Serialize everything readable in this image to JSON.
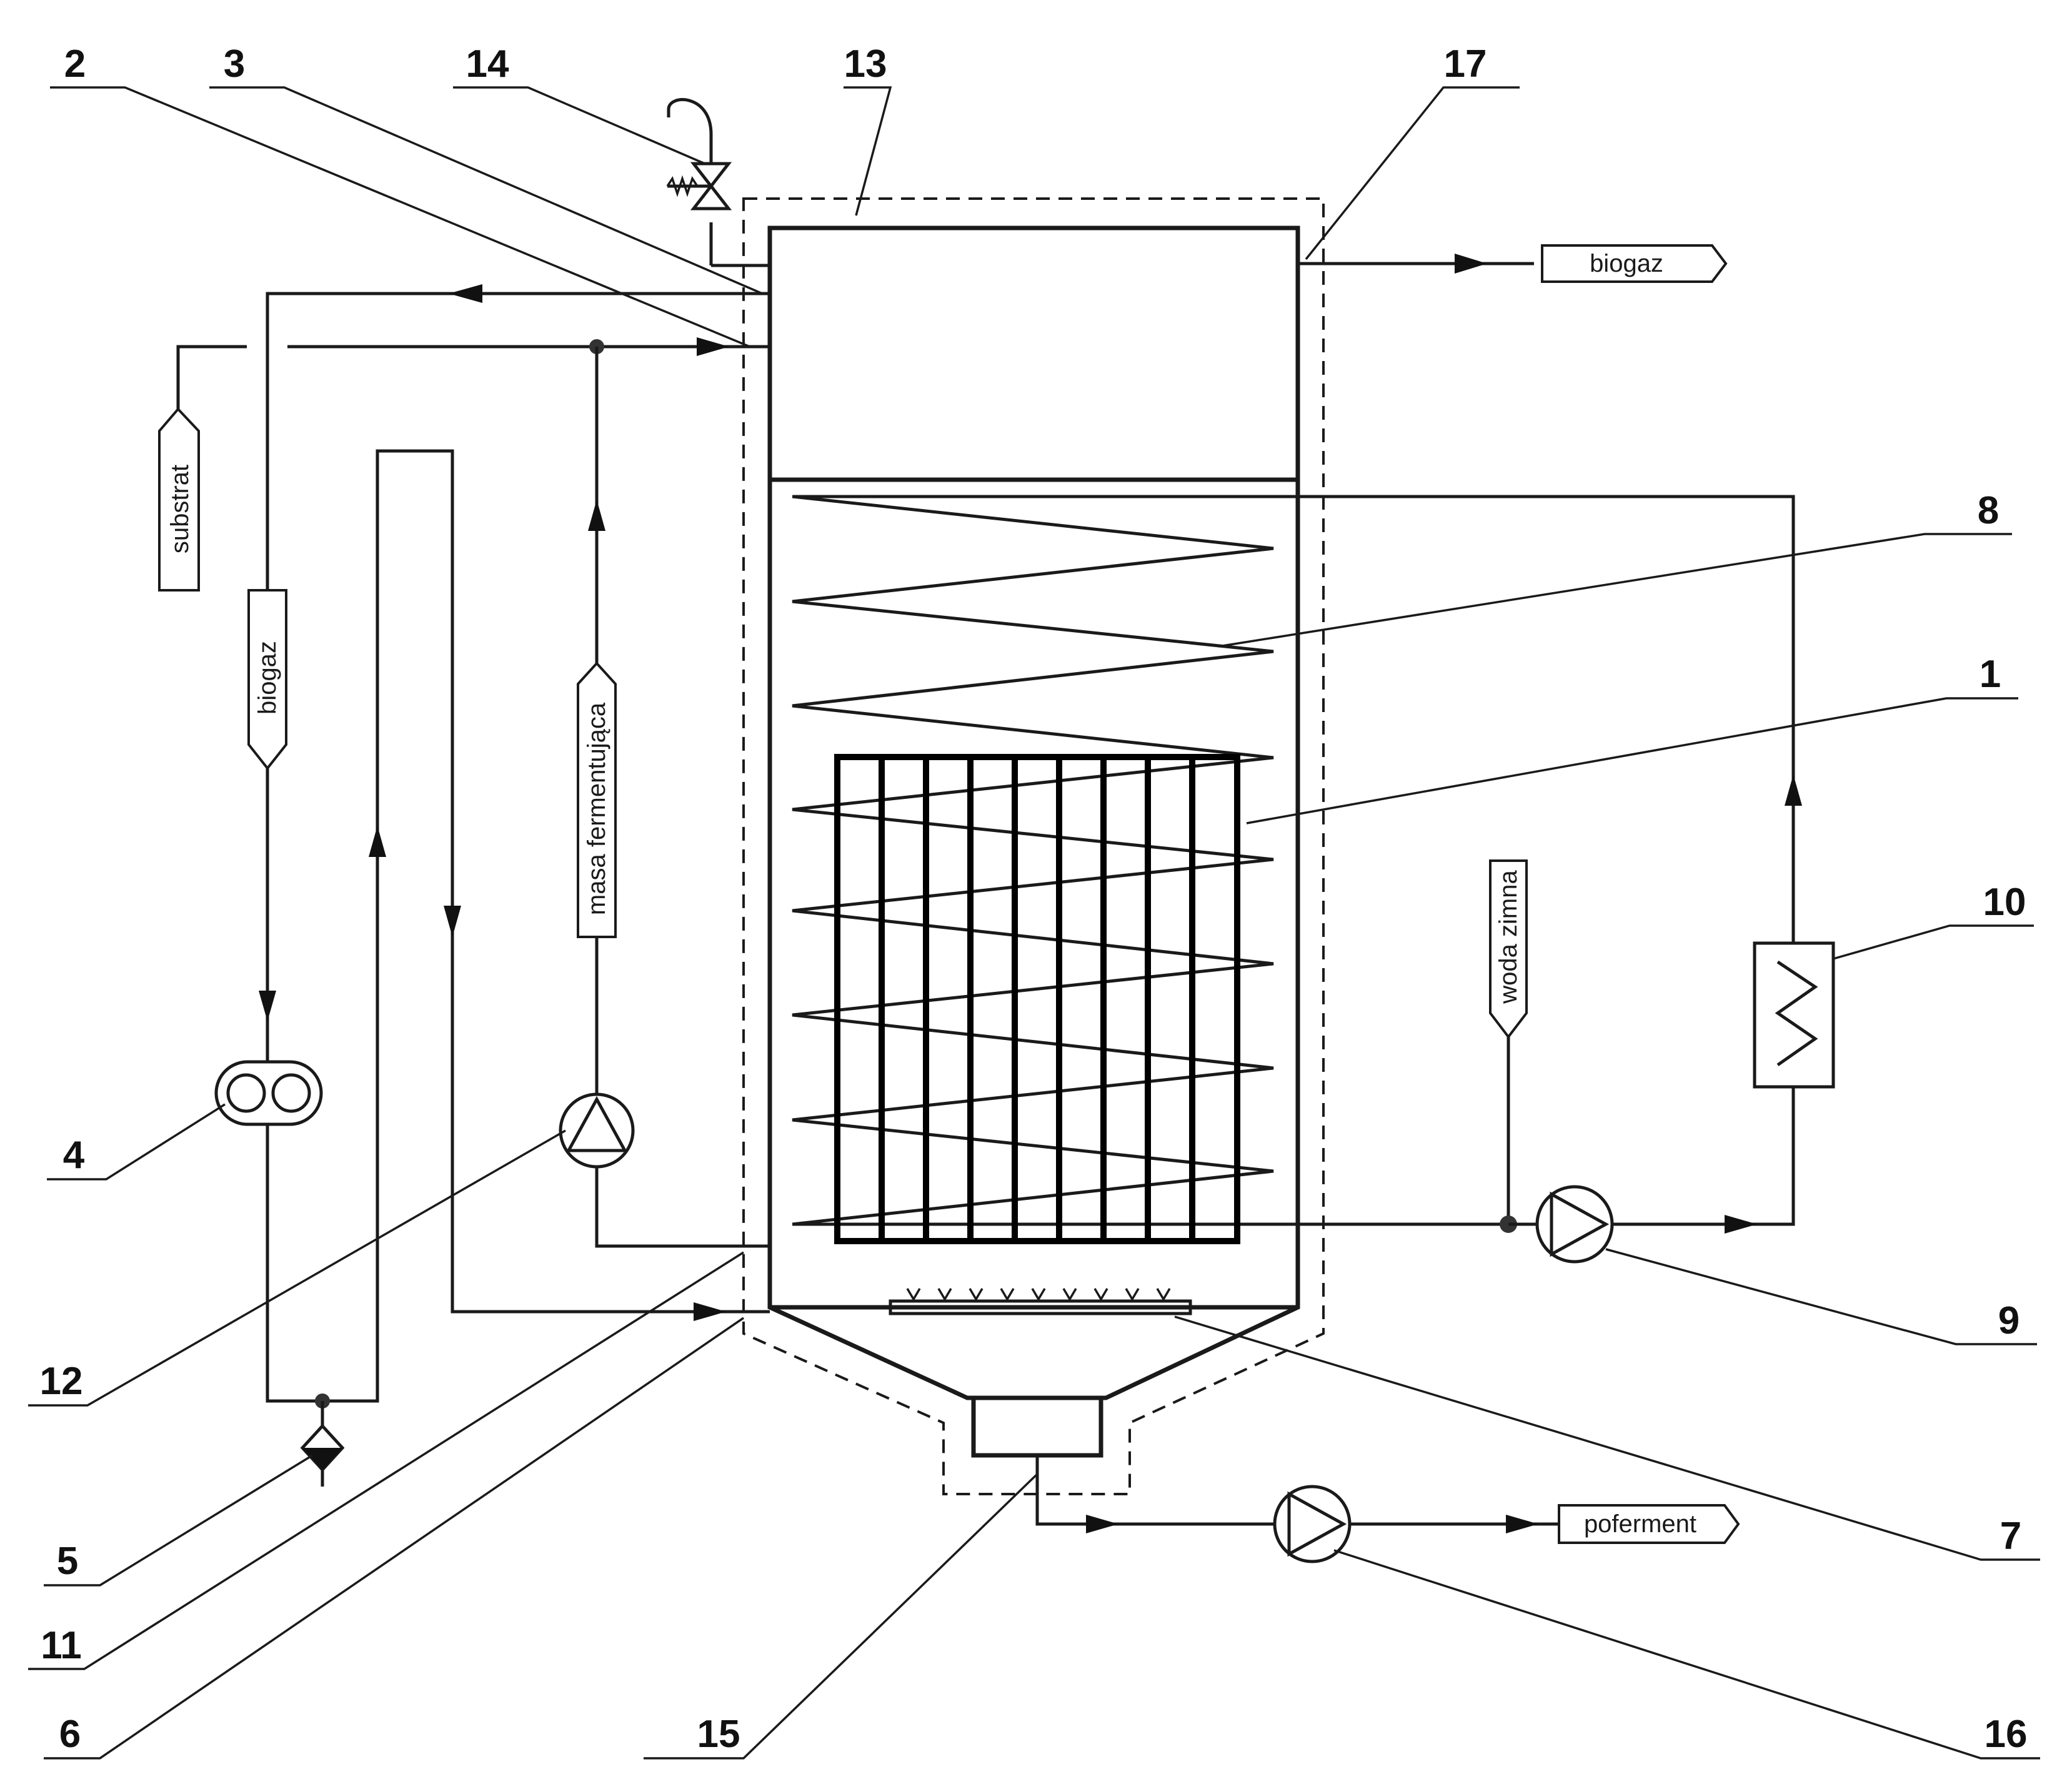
{
  "labels": {
    "n1": "1",
    "n2": "2",
    "n3": "3",
    "n4": "4",
    "n5": "5",
    "n6": "6",
    "n7": "7",
    "n8": "8",
    "n9": "9",
    "n10": "10",
    "n11": "11",
    "n12": "12",
    "n13": "13",
    "n14": "14",
    "n15": "15",
    "n16": "16",
    "n17": "17"
  },
  "tags": {
    "biogaz_out": "biogaz",
    "substrat": "substrat",
    "biogaz_loop": "biogaz",
    "masa": "masa fermentująca",
    "woda": "woda zimna",
    "poferment": "poferment"
  }
}
